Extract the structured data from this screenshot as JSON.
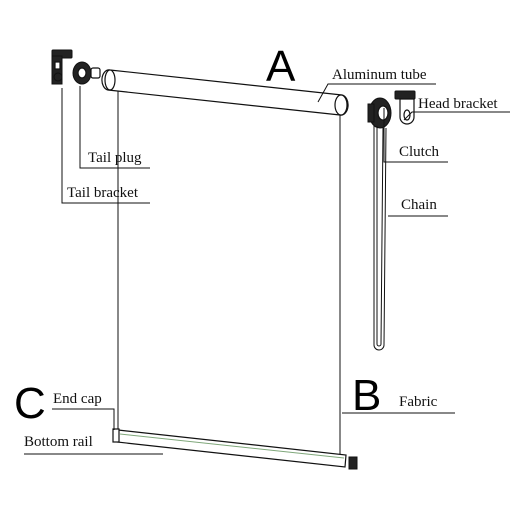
{
  "diagram": {
    "letters": {
      "a": "A",
      "b": "B",
      "c": "C"
    },
    "labels": {
      "aluminum_tube": "Aluminum tube",
      "head_bracket": "Head bracket",
      "clutch": "Clutch",
      "chain": "Chain",
      "tail_plug": "Tail plug",
      "tail_bracket": "Tail bracket",
      "fabric": "Fabric",
      "end_cap": "End cap",
      "bottom_rail": "Bottom rail"
    }
  }
}
